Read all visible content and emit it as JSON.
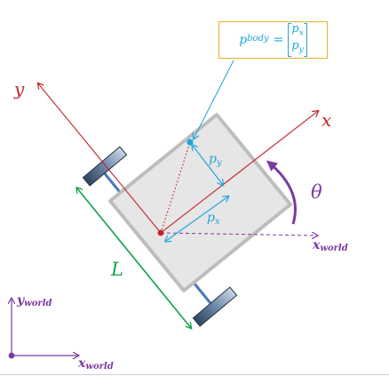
{
  "labels": {
    "y": "y",
    "x": "x",
    "theta": "θ",
    "L": "L",
    "py": "p",
    "py_sub": "y",
    "px": "p",
    "px_sub": "x",
    "x_world_right": "x",
    "x_world_right_sub": "world",
    "y_world_corner": "y",
    "y_world_corner_sub": "world",
    "x_world_corner": "x",
    "x_world_corner_sub": "world"
  },
  "callout": {
    "p": "p",
    "sup": "body",
    "eq": "=",
    "top": "p",
    "top_sub": "x",
    "bottom": "p",
    "bottom_sub": "y"
  },
  "colors": {
    "body_axes": "#c0232b",
    "world": "#7b3aa0",
    "components": "#1fa6dc",
    "length": "#12a34b",
    "callout_border": "#e8b02a",
    "chassis_fill": "#e6e6e6",
    "chassis_stroke": "#bdbdbd"
  }
}
